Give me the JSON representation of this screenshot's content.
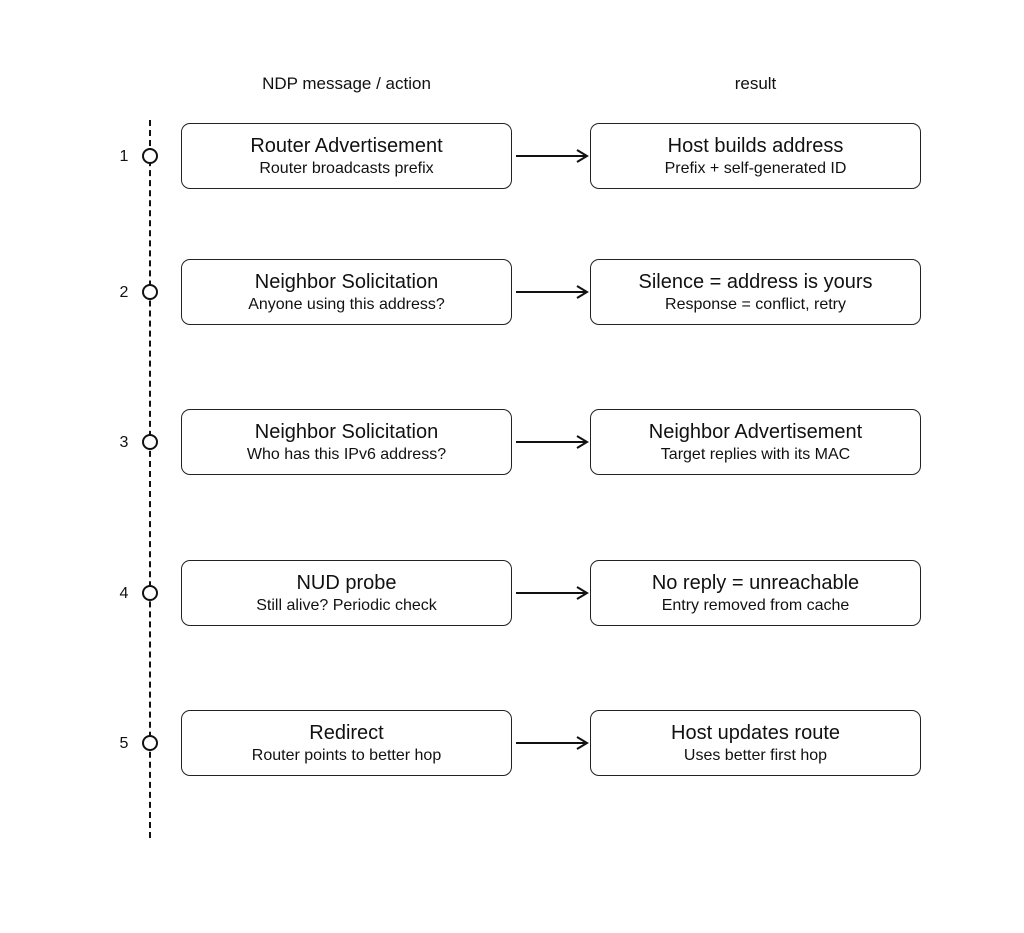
{
  "headers": {
    "left": "NDP message / action",
    "right": "result"
  },
  "steps": [
    {
      "num": "1",
      "action": {
        "title": "Router Advertisement",
        "sub": "Router broadcasts prefix"
      },
      "result": {
        "title": "Host builds address",
        "sub": "Prefix + self-generated ID"
      }
    },
    {
      "num": "2",
      "action": {
        "title": "Neighbor Solicitation",
        "sub": "Anyone using this address?"
      },
      "result": {
        "title": "Silence = address is yours",
        "sub": "Response = conflict, retry"
      }
    },
    {
      "num": "3",
      "action": {
        "title": "Neighbor Solicitation",
        "sub": "Who has this IPv6 address?"
      },
      "result": {
        "title": "Neighbor Advertisement",
        "sub": "Target replies with its MAC"
      }
    },
    {
      "num": "4",
      "action": {
        "title": "NUD probe",
        "sub": "Still alive? Periodic check"
      },
      "result": {
        "title": "No reply = unreachable",
        "sub": "Entry removed from cache"
      }
    },
    {
      "num": "5",
      "action": {
        "title": "Redirect",
        "sub": "Router points to better hop"
      },
      "result": {
        "title": "Host updates route",
        "sub": "Uses better first hop"
      }
    }
  ]
}
